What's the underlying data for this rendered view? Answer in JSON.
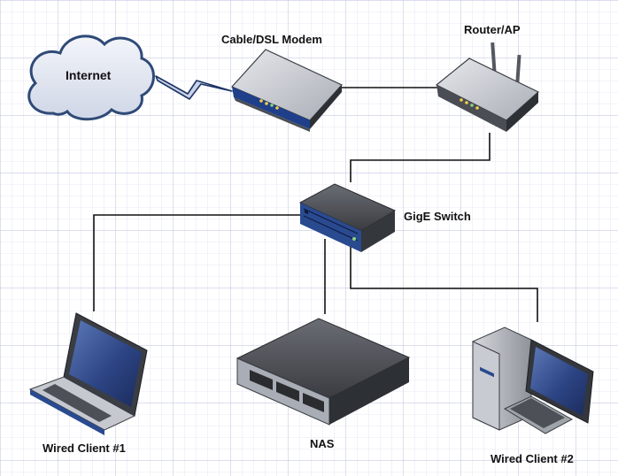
{
  "labels": {
    "internet": "Internet",
    "modem": "Cable/DSL Modem",
    "router": "Router/AP",
    "switch": "GigE Switch",
    "client1": "Wired Client #1",
    "nas": "NAS",
    "client2": "Wired Client #2"
  },
  "colors": {
    "grid": "#c9cde6",
    "cloud_fill": "#e4e8f2",
    "cloud_stroke": "#2f4a78",
    "device_body": "#5d6066",
    "device_top": "#c9ccd2",
    "device_accent": "#1f3f8a",
    "link": "#111111",
    "led": "#f2d04a"
  }
}
